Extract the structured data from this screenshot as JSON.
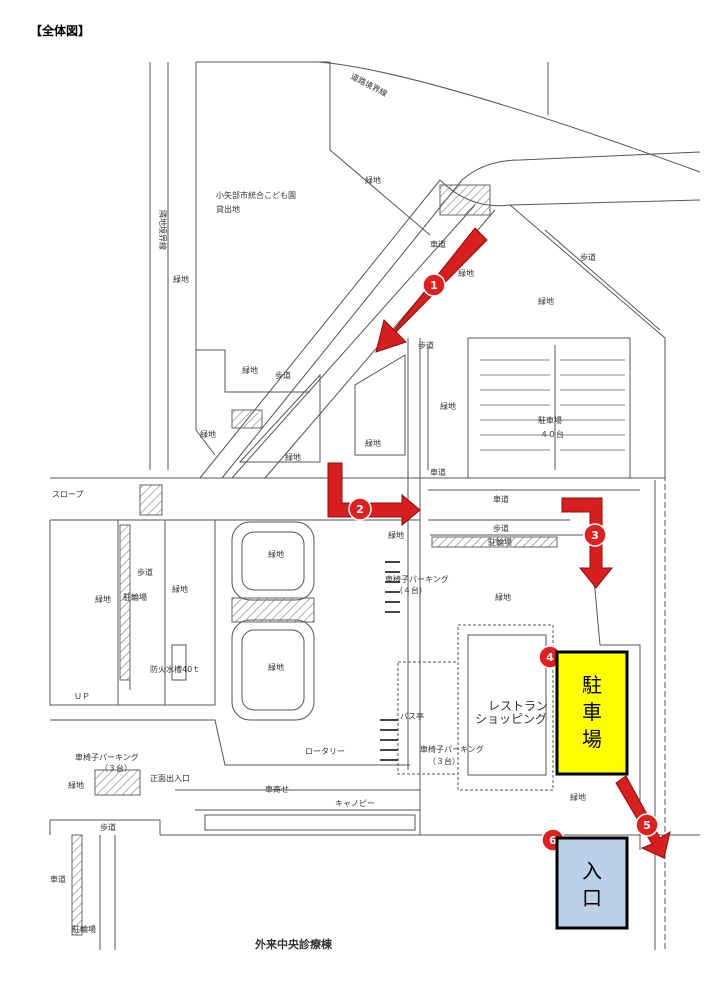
{
  "title": "【全体図】",
  "labels": {
    "road_boundary": "道路境界線",
    "site_boundary": "隣地境界線",
    "kodomoen": "小矢部市統合こども園",
    "lease": "貸出地",
    "green": "緑地",
    "roadway": "車道",
    "sidewalk": "歩道",
    "parking_big": "駐車場",
    "parking_cap": "４０台",
    "slope": "スロープ",
    "bicycle": "駐輪場",
    "wc_parking4": "車椅子パーキング",
    "wc_parking4_cap": "（４台）",
    "wc_parking3": "車椅子パーキング",
    "wc_parking3_cap": "（３台）",
    "wc_parking3b_cap": "（３台）",
    "fire_tank": "防火水槽40ｔ",
    "up": "ＵＰ",
    "bus_stop": "バス亭",
    "restaurant": "レストラン",
    "shopping": "ショッピング",
    "rotary": "ロータリー",
    "drop_off": "車寄せ",
    "canopy": "キャノピー",
    "main_entrance": "正面出入口",
    "outpatient": "外来中央診療棟"
  },
  "markers": [
    "1",
    "2",
    "3",
    "4",
    "5",
    "6"
  ],
  "highlight_parking": "駐車場",
  "highlight_entrance": "入口",
  "colors": {
    "arrow": "#d81e1e",
    "marker": "#e02020",
    "parking_fill": "#ffff00",
    "entrance_fill": "#bcd0ea",
    "line": "#555555"
  }
}
